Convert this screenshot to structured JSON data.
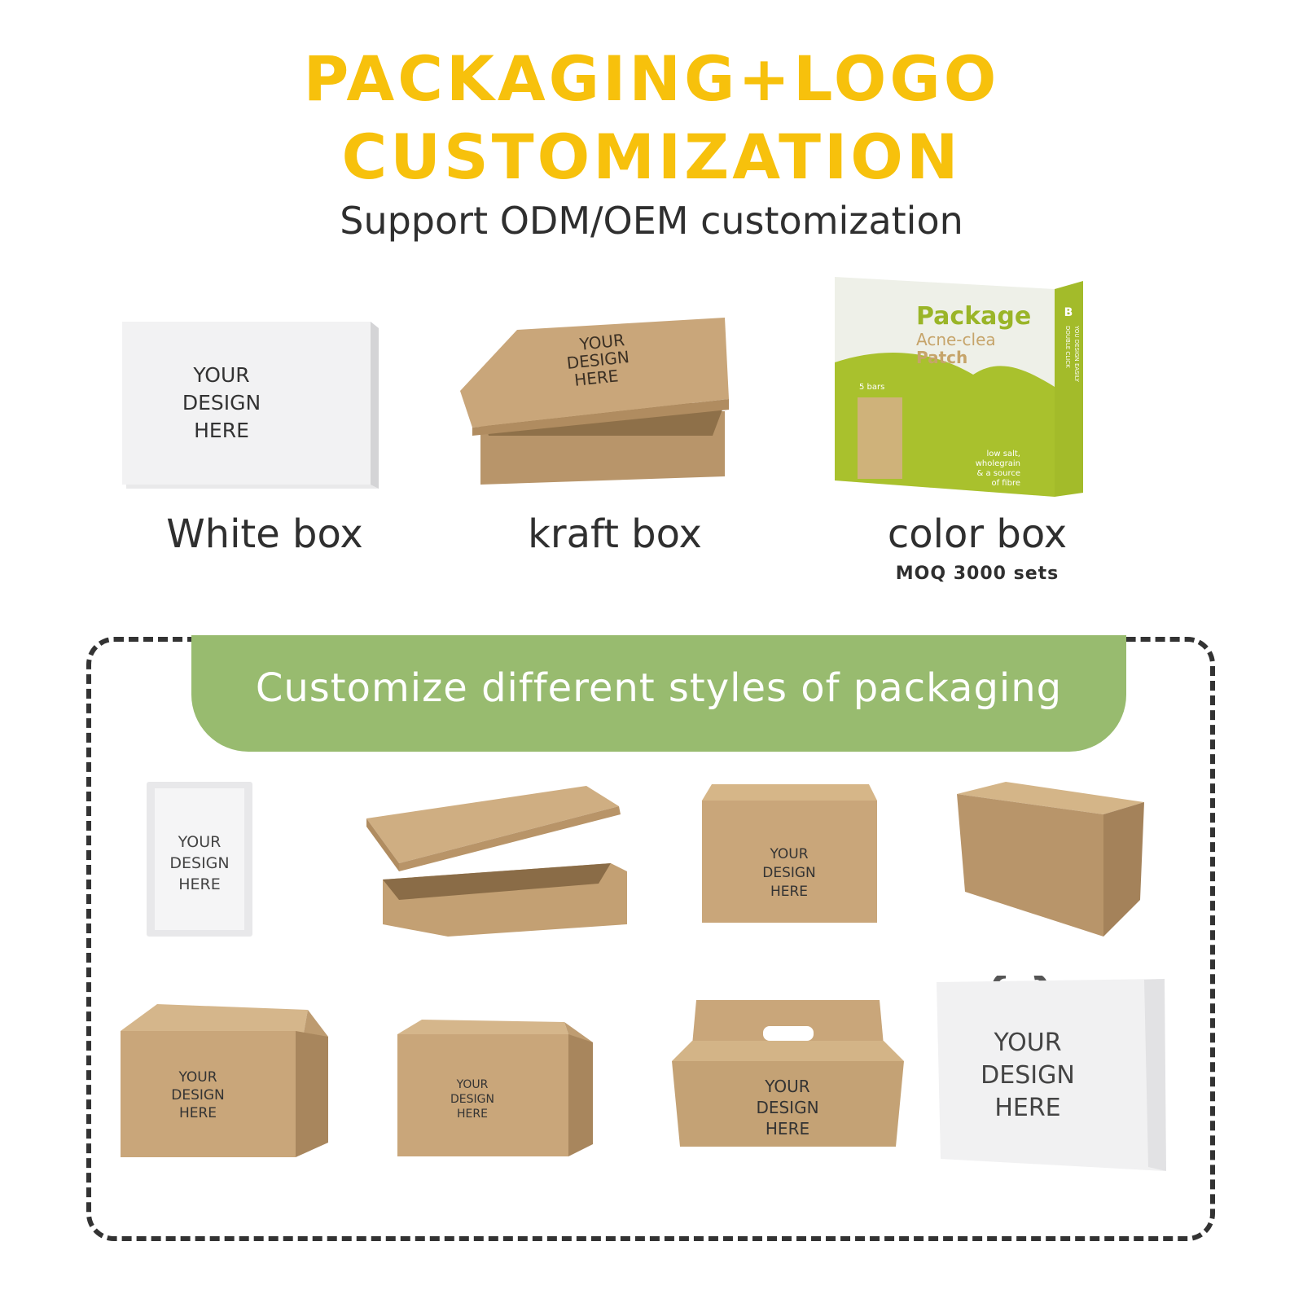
{
  "header": {
    "title_line1": "PACKAGING+LOGO",
    "title_line2": "CUSTOMIZATION",
    "subtitle": "Support ODM/OEM customization"
  },
  "box_types": [
    {
      "label": "White box"
    },
    {
      "label": "kraft box"
    },
    {
      "label": "color box",
      "note": "MOQ 3000 sets"
    }
  ],
  "placeholder": {
    "line1": "YOUR",
    "line2": "DESIGN",
    "line3": "HERE"
  },
  "color_box_print": {
    "brand": "Package",
    "line2": "Acne-clea",
    "line3": "Patch",
    "count": "5 bars",
    "claim1": "low salt,",
    "claim2": "wholegrain",
    "claim3": "& a source",
    "claim4": "of fibre",
    "side_mark": "B",
    "side1": "DOUBLE CLICK",
    "side2": "YOU DESIGN EASILY"
  },
  "styles_section": {
    "banner": "Customize different styles of packaging"
  },
  "colors": {
    "title": "#f7c10c",
    "banner": "#98bb6f",
    "kraft": "#c9a67a",
    "text": "#2f2f2f"
  }
}
